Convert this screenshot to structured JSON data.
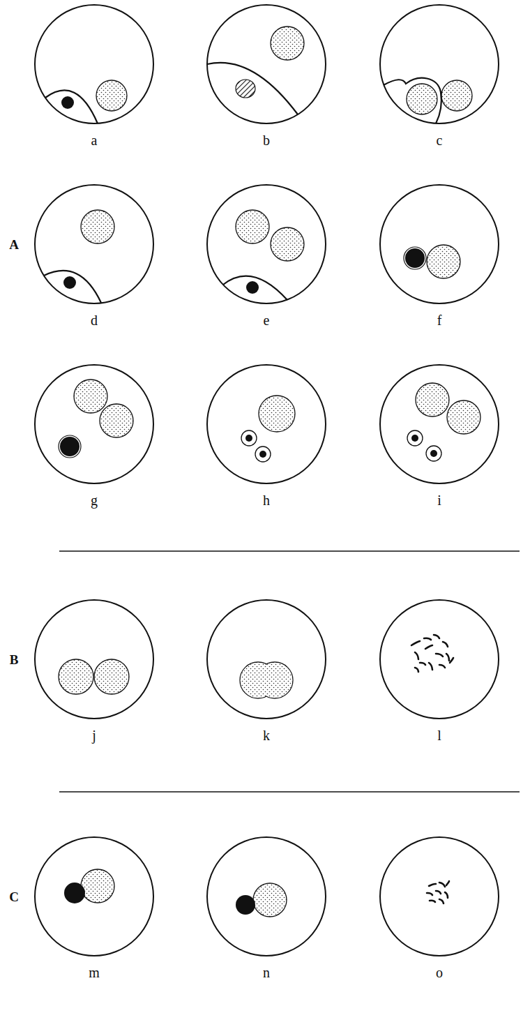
{
  "diagram": {
    "labels": [
      "a",
      "b",
      "c",
      "A",
      "d",
      "e",
      "f",
      "g",
      "h",
      "i",
      "B",
      "j",
      "k",
      "l",
      "C",
      "m",
      "n",
      "o"
    ]
  }
}
